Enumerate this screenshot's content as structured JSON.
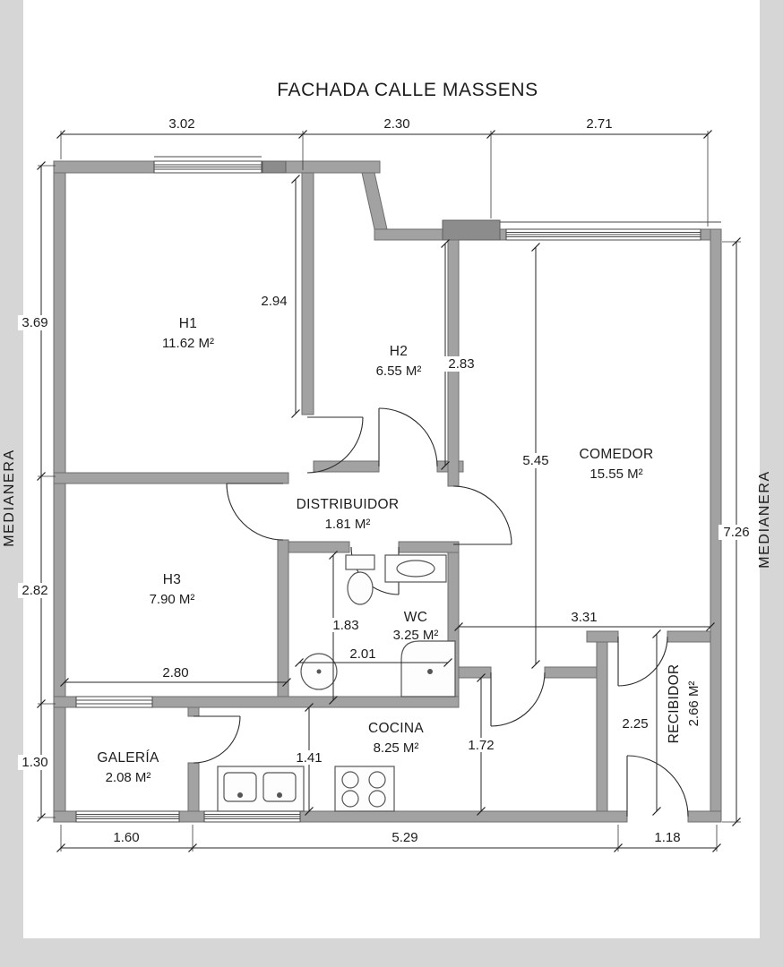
{
  "title": "FACHADA CALLE MASSENS",
  "party_wall_label_left": "MEDIANERA",
  "party_wall_label_right": "MEDIANERA",
  "rooms": {
    "h1": {
      "name": "H1",
      "area": "11.62 M²"
    },
    "h2": {
      "name": "H2",
      "area": "6.55 M²"
    },
    "h3": {
      "name": "H3",
      "area": "7.90 M²"
    },
    "comedor": {
      "name": "COMEDOR",
      "area": "15.55 M²"
    },
    "distribuidor": {
      "name": "DISTRIBUIDOR",
      "area": "1.81 M²"
    },
    "wc": {
      "name": "WC",
      "area": "3.25 M²"
    },
    "cocina": {
      "name": "COCINA",
      "area": "8.25 M²"
    },
    "galeria": {
      "name": "GALERÍA",
      "area": "2.08 M²"
    },
    "recibidor": {
      "name": "RECIBIDOR",
      "area": "2.66 M²"
    }
  },
  "dimensions": {
    "top": [
      "3.02",
      "2.30",
      "2.71"
    ],
    "left": [
      "3.69",
      "2.82",
      "1.30"
    ],
    "right": [
      "7.26"
    ],
    "bottom": [
      "1.60",
      "5.29",
      "1.18"
    ],
    "interior": {
      "h1_depth": "2.94",
      "h2_depth": "2.83",
      "comedor_depth": "5.45",
      "wc_depth": "1.83",
      "wc_width": "2.01",
      "h3_width": "2.80",
      "comedor_width": "3.31",
      "recibidor_depth": "2.25",
      "galeria_cocina_depth": "1.41",
      "cocina_depth": "1.72"
    }
  },
  "colors": {
    "wall_fill": "#a2a2a2",
    "wall_dark": "#8c8c8c",
    "ink": "#1c1c1c",
    "paper": "#ffffff",
    "scan_margin": "#d6d6d6"
  }
}
